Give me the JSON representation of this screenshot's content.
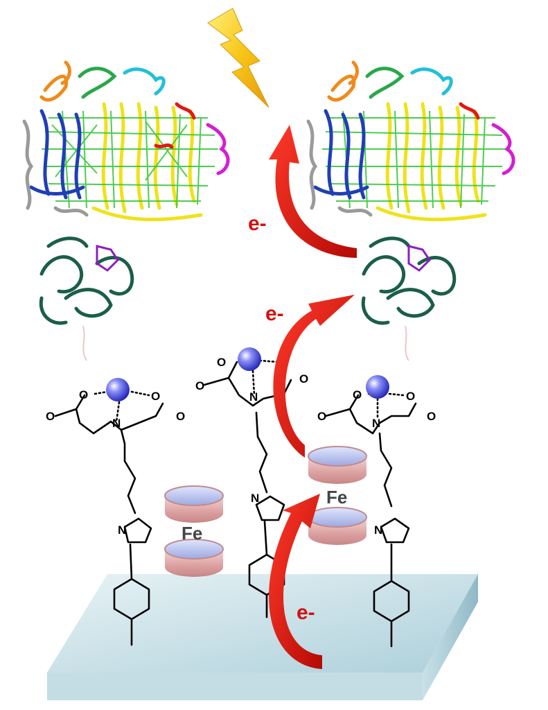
{
  "labels": {
    "electron": "e-",
    "iron": "Fe",
    "atom_O": "O",
    "atom_N": "N"
  },
  "colors": {
    "arrow": "#e01a12",
    "bolt": "#f5c419",
    "metal_ion": "#3a3fe0",
    "substrate": "#b9d8e0",
    "ferrocene_ring": "#d99a9a",
    "cytochrome": "#1b5e4a",
    "psi_helix_yellow": "#f0e21a",
    "psi_chlorophyll_green": "#39c83a",
    "psi_blue": "#1f3fb5",
    "psi_magenta": "#d21fd2",
    "psi_orange": "#f08a1a",
    "psi_cyan": "#22c0d8"
  },
  "icons": {
    "light": "lightning-bolt-icon"
  }
}
